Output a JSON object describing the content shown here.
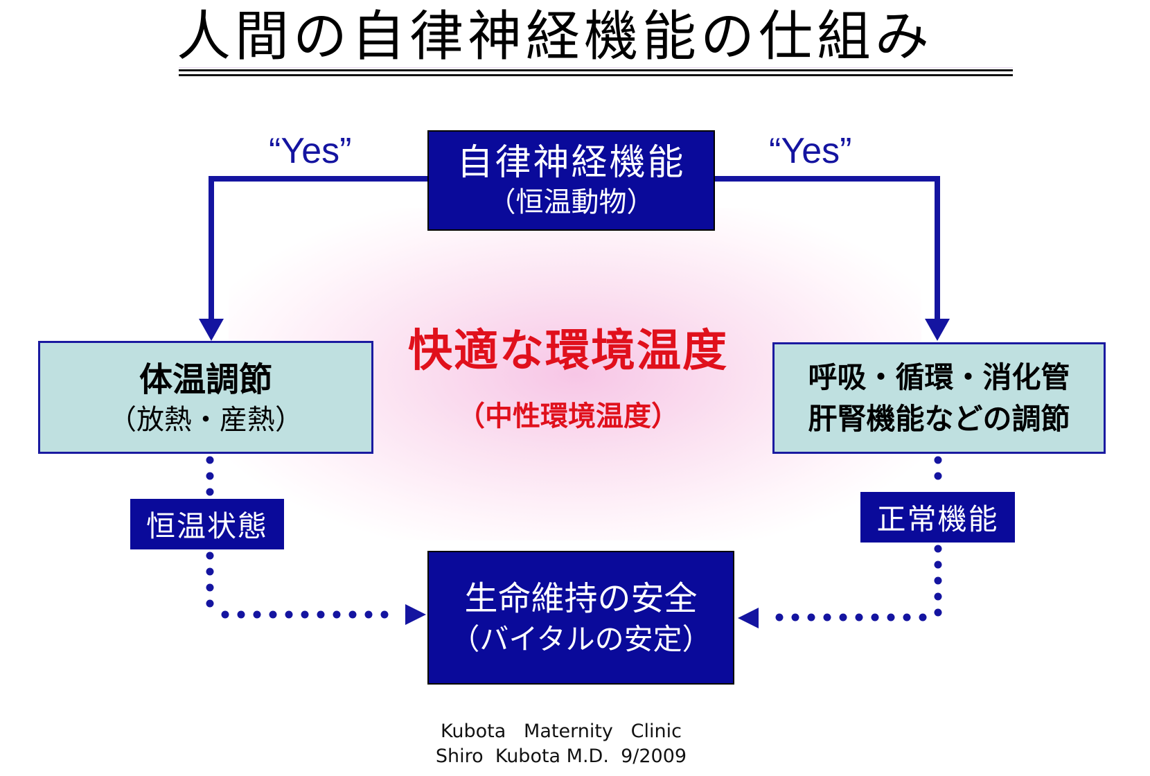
{
  "title": "人間の自律神経機能の仕組み",
  "top_box": {
    "title": "自律神経機能",
    "subtitle": "（恒温動物）"
  },
  "yes_left": "“Yes”",
  "yes_right": "“Yes”",
  "left_box": {
    "title": "体温調節",
    "subtitle": "（放熱・産熱）"
  },
  "right_box": {
    "line1": "呼吸・循環・消化管",
    "line2": "肝腎機能などの調節"
  },
  "center": {
    "main": "快適な環境温度",
    "sub": "（中性環境温度）"
  },
  "left_label": "恒温状態",
  "right_label": "正常機能",
  "bottom_box": {
    "title": "生命維持の安全",
    "subtitle": "（バイタルの安定）"
  },
  "credits": {
    "line1": "Kubota   Maternity   Clinic",
    "line2": "Shiro  Kubota M.D.  9/2009"
  },
  "colors": {
    "navy": "#0a0a9a",
    "arrow": "#1414a0",
    "light_box": "#bfe0e0",
    "accent_red": "#e0101c"
  }
}
